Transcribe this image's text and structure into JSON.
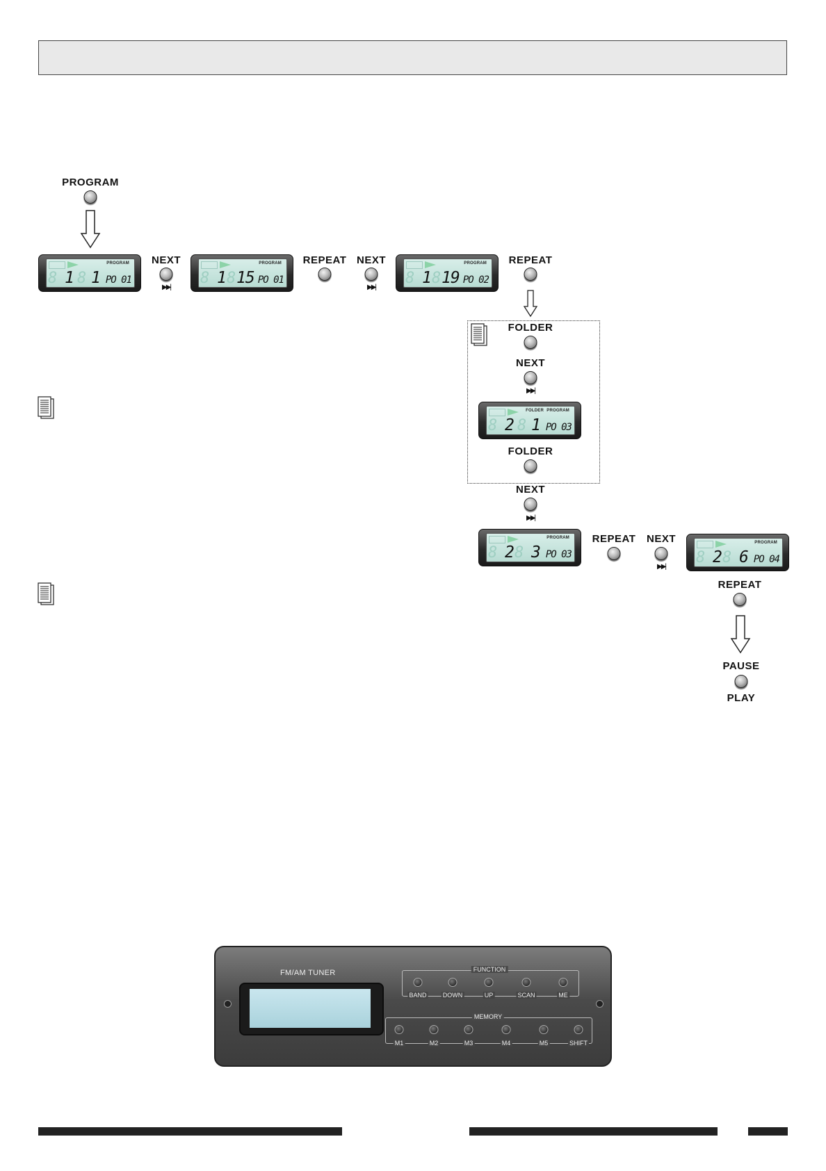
{
  "labels": {
    "program": "PROGRAM",
    "next": "NEXT",
    "repeat": "REPEAT",
    "folder": "FOLDER",
    "pause": "PAUSE",
    "play": "PLAY",
    "skip_icon": "▶▶|"
  },
  "displays": [
    {
      "folder": "1",
      "track": "1",
      "po": "PO 01",
      "tag": "PROGRAM"
    },
    {
      "folder": "1",
      "track": "15",
      "po": "PO 01",
      "tag": "PROGRAM"
    },
    {
      "folder": "1",
      "track": "19",
      "po": "PO 02",
      "tag": "PROGRAM"
    },
    {
      "folder": "2",
      "track": "1",
      "po": "PO 03",
      "tag": "PROGRAM",
      "tag2": "FOLDER"
    },
    {
      "folder": "2",
      "track": "3",
      "po": "PO 03",
      "tag": "PROGRAM"
    },
    {
      "folder": "2",
      "track": "6",
      "po": "PO 04",
      "tag": "PROGRAM"
    }
  ],
  "tuner": {
    "title": "FM/AM TUNER",
    "function_label": "FUNCTION",
    "memory_label": "MEMORY",
    "function_buttons": [
      "BAND",
      "DOWN",
      "UP",
      "SCAN",
      "ME"
    ],
    "memory_buttons": [
      "M1",
      "M2",
      "M3",
      "M4",
      "M5",
      "SHIFT"
    ]
  }
}
